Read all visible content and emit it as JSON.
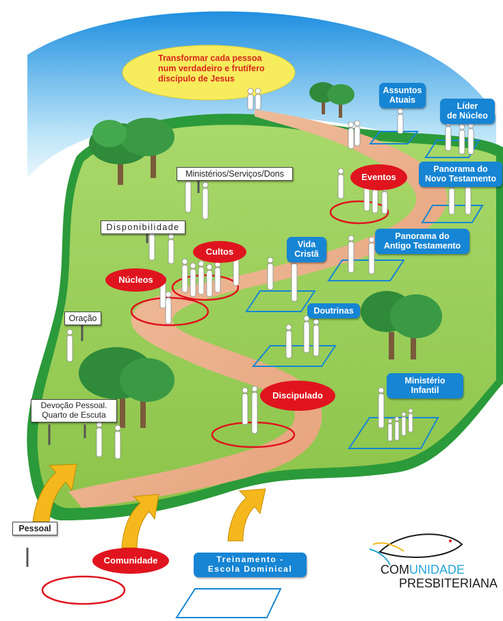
{
  "goal": "Transformar cada pessoa\nnum verdadeiro e frutífero\ndiscípulo de Jesus",
  "red_labels": {
    "eventos": "Eventos",
    "cultos": "Cultos",
    "nucleos": "Núcleos",
    "discipulado": "Discipulado",
    "comunidade": "Comunidade"
  },
  "blue_labels": {
    "assuntos_atuais": "Assuntos\nAtuais",
    "lider_nucleo": "Líder\nde Núcleo",
    "novo_testamento": "Panorama do\nNovo Testamento",
    "antigo_testamento": "Panorama do\nAntigo Testamento",
    "vida_crista": "Vida\nCristã",
    "doutrinas": "Doutrinas",
    "ministerio_infantil": "Ministério\nInfantil",
    "treinamento": "Treinamento -\nEscola Dominical"
  },
  "signs": {
    "ministerios": "Ministérios/Serviços/Dons",
    "disponibilidade": "Disponibilidade",
    "oracao": "Oração",
    "devocao": "Devoção Pessoal.\nQuarto de Escuta",
    "pessoal": "Pessoal"
  },
  "logo": {
    "line1_a": "COM",
    "line1_b": "UNIDADE",
    "line2": "PRESBITERIANA"
  },
  "colors": {
    "sky": "#3aa9e8",
    "grass": "#9ccf5a",
    "border_green": "#2b9a3a",
    "path": "#e8a884",
    "red": "#e0141e",
    "blue": "#1685d4",
    "goal_bubble": "#f7ec5c",
    "arrow": "#f5b81c"
  }
}
